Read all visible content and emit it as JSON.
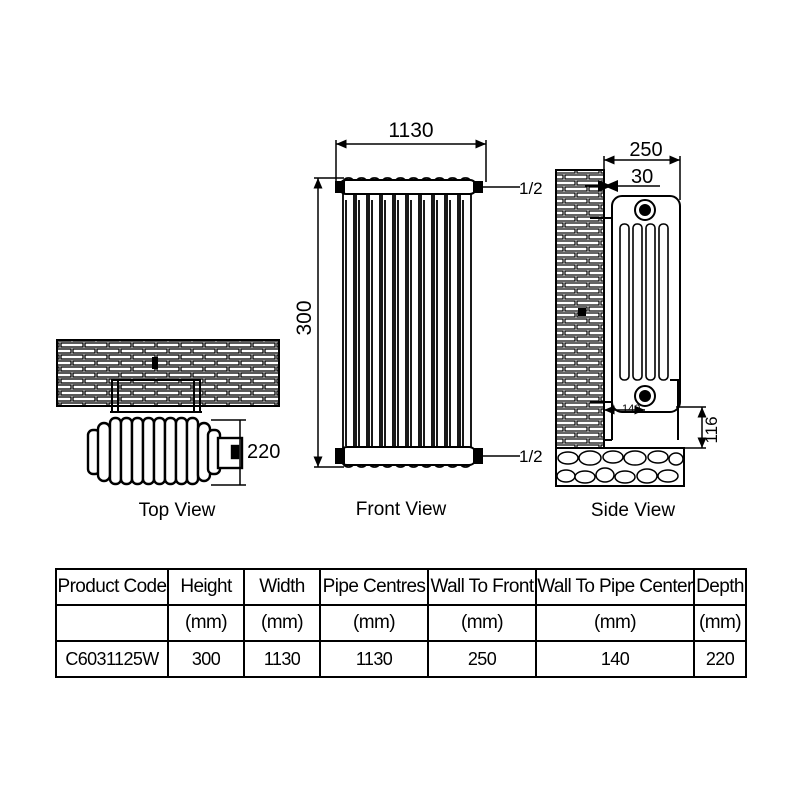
{
  "views": {
    "top": {
      "label": "Top View",
      "depth_dim": "220"
    },
    "front": {
      "label": "Front View",
      "width_dim": "1130",
      "height_dim": "300",
      "top_pipe": "1/2",
      "bottom_pipe": "1/2"
    },
    "side": {
      "label": "Side View",
      "wall_to_front_dim": "250",
      "bracket_dim": "30",
      "wall_to_pipe_dim": "140",
      "pipe_height_dim": "116"
    }
  },
  "table": {
    "headers": [
      "Product Code",
      "Height",
      "Width",
      "Pipe Centres",
      "Wall To Front",
      "Wall To Pipe Center",
      "Depth"
    ],
    "units": [
      "",
      "(mm)",
      "(mm)",
      "(mm)",
      "(mm)",
      "(mm)",
      "(mm)"
    ],
    "row": [
      "C6031125W",
      "300",
      "1130",
      "1130",
      "250",
      "140",
      "220"
    ]
  }
}
